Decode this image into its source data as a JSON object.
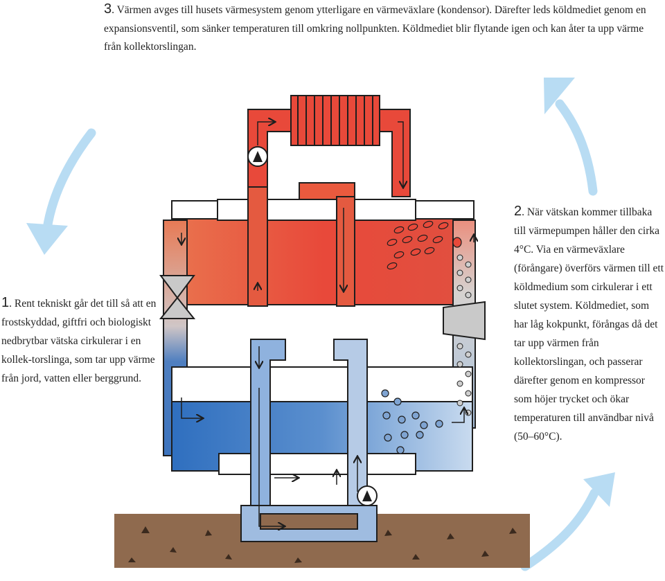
{
  "steps": {
    "step3": {
      "number": "3",
      "text": ". Värmen avges till husets värmesystem genom ytterligare en värmeväxlare (kondensor). Därefter leds köldmediet genom en expansionsventil, som sänker temperaturen till omkring nollpunkten. Köldmediet blir flytande igen och kan åter ta upp värme från kollektorslingan."
    },
    "step1": {
      "number": "1",
      "text": ". Rent tekniskt går det till så att en frostskyddad, giftfri och biologiskt nedbrytbar vätska cirkulerar i en kollek-torslinga, som tar upp värme från jord, vatten eller berggrund."
    },
    "step2": {
      "number": "2",
      "text": ". När vätskan kommer tillbaka till värmepumpen håller den cirka 4°C. Via en värmeväxlare (förångare) överförs värmen till ett köldmedium som cirkulerar i ett slutet system. Köldmediet, som har låg kokpunkt, förångas då det tar upp värmen från kollektorslingan, och passerar därefter genom en kompressor som höjer trycket och ökar temperaturen till användbar nivå (50–60°C)."
    }
  },
  "colors": {
    "hot": "#e8493a",
    "hot_light": "#f08a6a",
    "cold": "#3f7cc4",
    "cold_light": "#a9c4e2",
    "arrow": "#b8dcf3",
    "ground": "#8f6a4e",
    "outline": "#1e1e1e"
  }
}
